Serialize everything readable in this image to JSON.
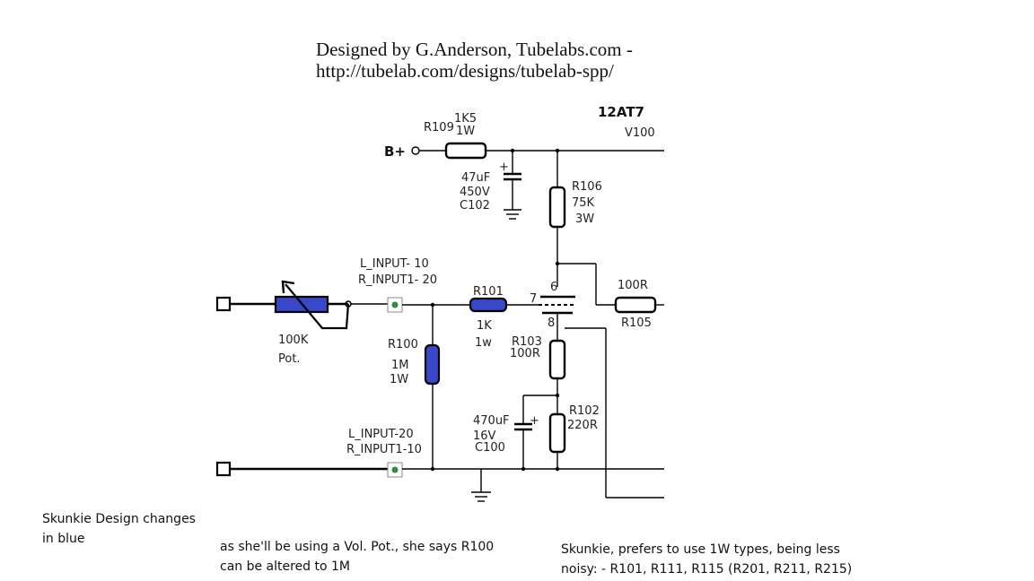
{
  "header": {
    "line1": "Designed by G.Anderson, Tubelabs.com -",
    "line2": "http://tubelab.com/designs/tubelab-spp/"
  },
  "tube": {
    "type": "12AT7",
    "ref": "V100",
    "pin_plate": "6",
    "pin_grid": "7",
    "pin_cathode": "8"
  },
  "supply": {
    "label": "B+"
  },
  "components": {
    "r109": {
      "ref": "R109",
      "value": "1K5",
      "power": "1W"
    },
    "c102": {
      "value": "47uF",
      "voltage": "450V",
      "ref": "C102",
      "polarity": "+"
    },
    "r106": {
      "ref": "R106",
      "value": "75K",
      "power": "3W"
    },
    "r101": {
      "ref": "R101",
      "value": "1K",
      "power": "1w"
    },
    "r105": {
      "ref": "R105",
      "value": "100R"
    },
    "r100": {
      "ref": "R100",
      "value": "1M",
      "power": "1W"
    },
    "r103": {
      "ref": "R103",
      "value": "100R"
    },
    "r102": {
      "ref": "R102",
      "value": "220R"
    },
    "c100": {
      "value": "470uF",
      "voltage": "16V",
      "ref": "C100",
      "polarity": "+"
    },
    "pot": {
      "value": "100K",
      "label": "Pot."
    }
  },
  "inputs": {
    "top": {
      "line1": "L_INPUT- 10",
      "line2": "R_INPUT1- 20"
    },
    "bottom": {
      "line1": "L_INPUT-20",
      "line2": "R_INPUT1-10"
    }
  },
  "notes": {
    "design_changes": [
      "Skunkie Design changes",
      "in blue"
    ],
    "vol_pot": [
      "as she'll be using a Vol. Pot., she says R100",
      "can be altered to 1M"
    ],
    "types": [
      "Skunkie, prefers to use 1W types, being less",
      "noisy: - R101, R111, R115 (R201, R211, R215)"
    ]
  },
  "colors": {
    "changed_component": "#3848c8",
    "terminal_dot": "#2e8b3a",
    "wire": "#000000"
  }
}
